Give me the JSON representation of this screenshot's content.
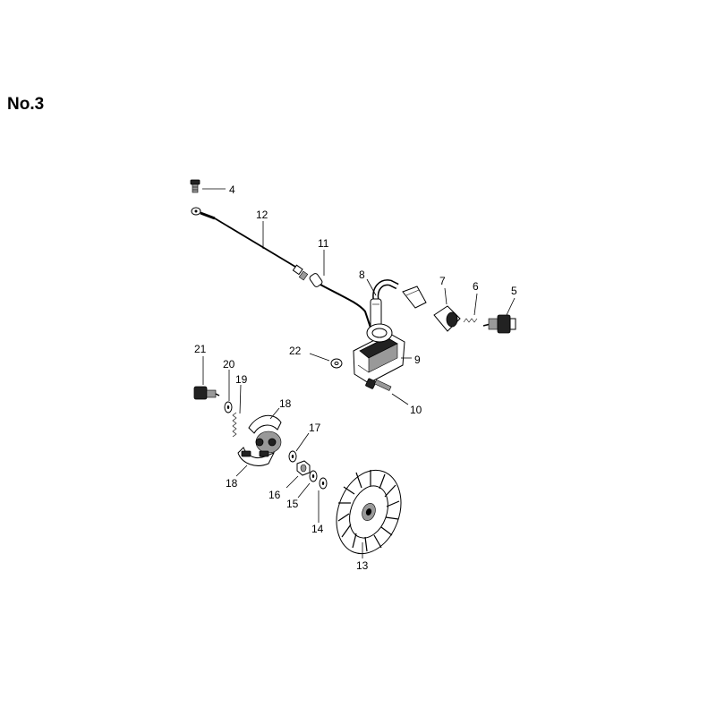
{
  "title": "No.3",
  "parts": {
    "p4": "4",
    "p12": "12",
    "p11": "11",
    "p8": "8",
    "p7": "7",
    "p6": "6",
    "p5": "5",
    "p22": "22",
    "p9": "9",
    "p10": "10",
    "p21": "21",
    "p20": "20",
    "p19": "19",
    "p18a": "18",
    "p18b": "18",
    "p17": "17",
    "p16": "16",
    "p15": "15",
    "p14": "14",
    "p13": "13"
  }
}
